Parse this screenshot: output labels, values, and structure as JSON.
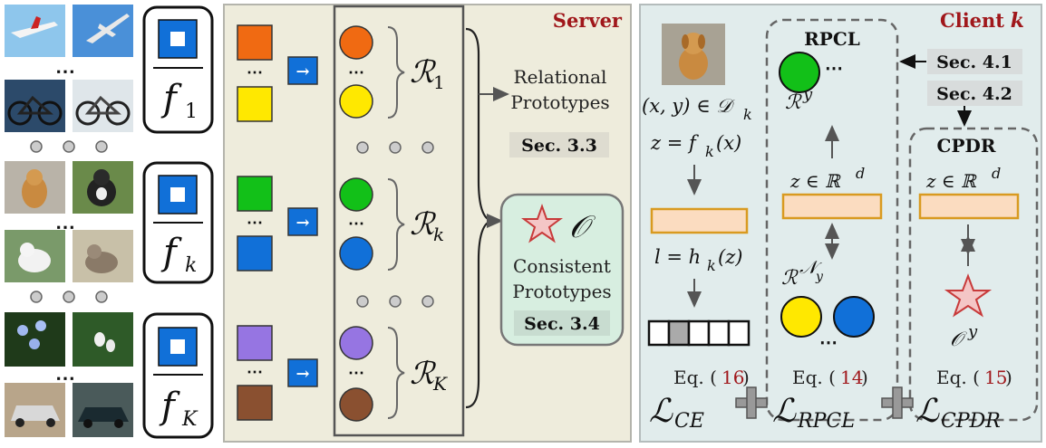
{
  "server": {
    "title": "Server",
    "rel_proto_line1": "Relational",
    "rel_proto_line2": "Prototypes",
    "sec_a": "Sec. 3.3",
    "consistent_symbol": "𝒪",
    "consistent_line1": "Consistent",
    "consistent_line2": "Prototypes",
    "sec_b": "Sec. 3.4",
    "r1": "ℛ",
    "r1_sub": "1",
    "rk": "ℛ",
    "rk_sub": "k",
    "rK": "ℛ",
    "rK_sub": "K",
    "arrow_glyph": "→",
    "ellipsis": "⋯"
  },
  "clients_left": {
    "f1": "f",
    "f1_sub": "1",
    "fk": "f",
    "fk_sub": "k",
    "fK": "f",
    "fK_sub": "K"
  },
  "client": {
    "title": "Client",
    "title_k": "k",
    "xy": "(x, y) ∈ 𝒟",
    "xy_sub": "k",
    "zf": "z = f",
    "zf_sub": "k",
    "zf_tail": "(x)",
    "lh": "l = h",
    "lh_sub": "k",
    "lh_tail": "(z)",
    "rpcl_title": "RPCL",
    "cpdr_title": "CPDR",
    "sec41": "Sec. 4.1",
    "sec42": "Sec. 4.2",
    "zrd": "z ∈ ℝ",
    "zrd_sup": "d",
    "ry": "ℛ",
    "ry_sup": "y",
    "rny": "ℛ",
    "rny_sup": "𝒩",
    "rny_sup_sub": "y",
    "oy": "𝒪",
    "oy_sup": "y",
    "eq16_pre": "Eq. (",
    "eq16_num": "16",
    "eq14_num": "14",
    "eq15_num": "15",
    "eq_post": ")",
    "lce": "ℒ",
    "lce_sub": "CE",
    "lrpcl": "ℒ",
    "lrpcl_sub": "RPCL",
    "lcpdr": "ℒ",
    "lcpdr_sub": "CPDR",
    "ellipsis": "⋯"
  },
  "colors": {
    "server_bg": "#eeecdc",
    "client_bg": "#e1ecec",
    "consistent_bg": "#d7eee0",
    "accent_red": "#a0171b",
    "orange": "#f06a12",
    "yellow": "#ffe800",
    "green": "#12c018",
    "blue": "#1170d8",
    "purple": "#9675e2",
    "brown": "#8a5030",
    "feature_fill": "#fbdcc0",
    "feature_stroke": "#d99a20"
  }
}
